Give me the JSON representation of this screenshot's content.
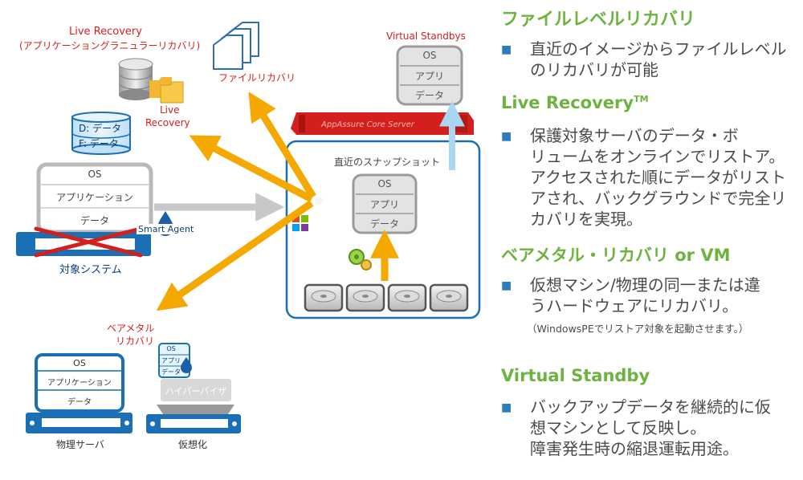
{
  "diagram": {
    "live_recovery_top_line1": "Live Recovery",
    "live_recovery_top_line2": "(アプリケーショングラニュラーリカバリ)",
    "file_recovery_label": "ファイルリカバリ",
    "virtual_standbys_label": "Virtual Standbys",
    "vs_stack": [
      "OS",
      "アプリ",
      "データ"
    ],
    "appassure_bar_label": "AppAssure Core Server",
    "db_line1": "D: データ",
    "db_line2": "F: データ",
    "live_recovery_mid_line1": "Live",
    "live_recovery_mid_line2": "Recovery",
    "snapshot_label": "直近のスナップショット",
    "snapshot_stack": [
      "OS",
      "アプリ",
      "データ"
    ],
    "target_stack": [
      "OS",
      "アプリケーション",
      "データ"
    ],
    "smart_agent_label": "Smart Agent",
    "target_system_label": "対象システム",
    "baremetal_line1": "ベアメタル",
    "baremetal_line2": "リカバリ",
    "physical_stack": [
      "OS",
      "アプリケーション",
      "データ"
    ],
    "physical_server_label": "物理サーバ",
    "virt_stack": [
      "OS",
      "アプリ",
      "データ"
    ],
    "hypervisor_label": "ハイパーバイザ",
    "virtualization_label": "仮想化"
  },
  "colors": {
    "arrow_orange": "#f5a800",
    "arrow_gray": "#c8c8c8",
    "arrow_lightblue": "#a9d7f2",
    "server_red": "#d3201e",
    "blue_frame": "#1a6fb5",
    "label_red": "#d3201e",
    "title_green": "#6db33f",
    "body_gray": "#4a4a4a"
  },
  "sections": [
    {
      "title": "ファイルレベルリカバリ",
      "title_sup": "",
      "body": "直近のイメージからファイルレベル\nのリカバリが可能",
      "note": ""
    },
    {
      "title": "Live Recovery",
      "title_sup": "TM",
      "body": "保護対象サーバのデータ・ボ\nリュームをオンラインでリストア。\nアクセスされた順にデータがリスト\nアされ、バックグラウンドで完全リ\nカバリを実現。",
      "note": ""
    },
    {
      "title": "ベアメタル・リカバリ or VM",
      "title_sup": "",
      "body": "仮想マシン/物理の同一または違\nうハードウェアにリカバリ。",
      "note": "（WindowsPEでリストア対象を起動させます。）"
    },
    {
      "title": "Virtual Standby",
      "title_sup": "",
      "body": "バックアップデータを継続的に仮\n想マシンとして反映し。\n障害発生時の縮退運転用途。",
      "note": ""
    }
  ],
  "bullet_glyph": "■"
}
